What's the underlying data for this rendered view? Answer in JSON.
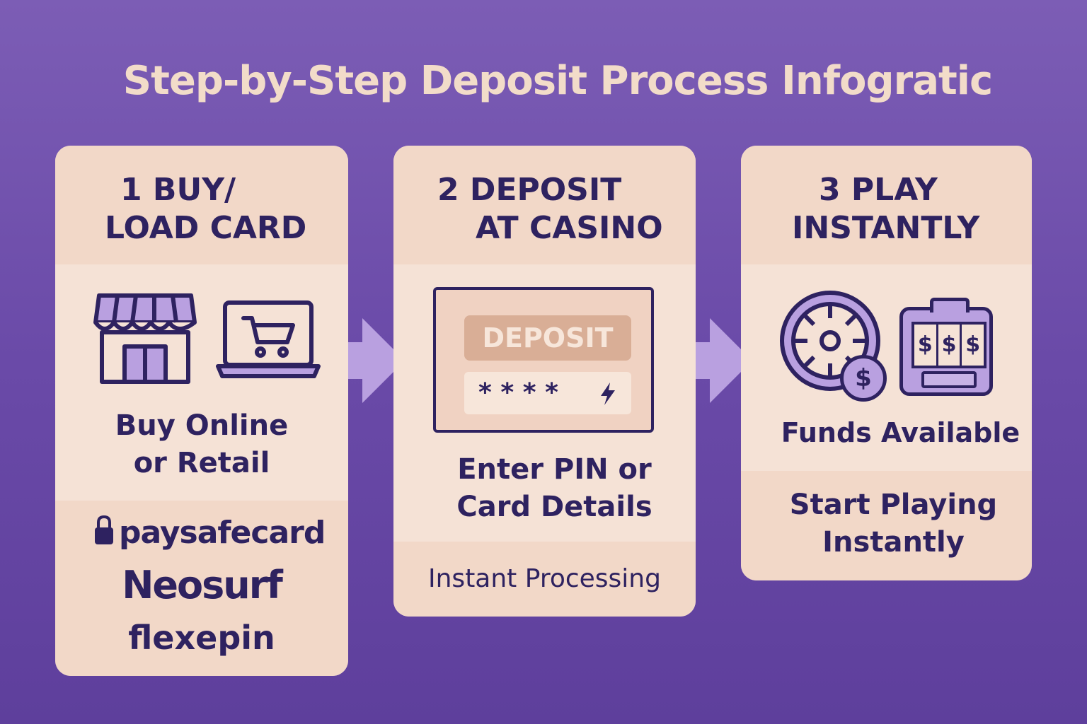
{
  "title": "Step-by-Step Deposit Process Infogratic",
  "steps": [
    {
      "heading_line1": "1  BUY/",
      "heading_line2": "LOAD CARD",
      "caption_line1": "Buy Online",
      "caption_line2": "or Retail",
      "icons": [
        "storefront-icon",
        "laptop-cart-icon"
      ],
      "brands": [
        "paysafecard",
        "Neosurf",
        "flexepin"
      ]
    },
    {
      "heading_line1": "2  DEPOSIT",
      "heading_line2": "AT CASINO",
      "screen_button": "DEPOSIT",
      "screen_pin": "* * * *",
      "caption_line1": "Enter PIN or",
      "caption_line2": "Card Details",
      "footer": "Instant Processing",
      "icons": [
        "deposit-screen-icon",
        "lightning-icon"
      ]
    },
    {
      "heading_line1": "3  PLAY",
      "heading_line2": "INSTANTLY",
      "caption": "Funds Available",
      "footer_line1": "Start Playing",
      "footer_line2": "Instantly",
      "icons": [
        "roulette-wheel-icon",
        "dollar-coin-icon",
        "slot-machine-icon"
      ],
      "slot_symbols": [
        "$",
        "$",
        "$"
      ],
      "coin_symbol": "$"
    }
  ],
  "colors": {
    "background": "#6a4aa8",
    "card": "#f3dfd0",
    "text": "#2e2260",
    "accent": "#b9a0e0",
    "title": "#f2dcc9"
  }
}
